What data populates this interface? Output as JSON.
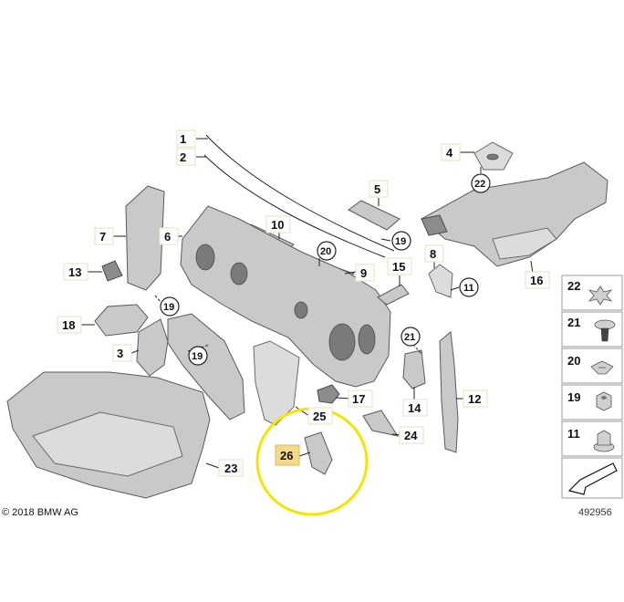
{
  "callouts": [
    {
      "id": "1",
      "text": "1"
    },
    {
      "id": "2",
      "text": "2"
    },
    {
      "id": "3",
      "text": "3"
    },
    {
      "id": "4",
      "text": "4"
    },
    {
      "id": "5",
      "text": "5"
    },
    {
      "id": "6",
      "text": "6"
    },
    {
      "id": "7",
      "text": "7"
    },
    {
      "id": "8",
      "text": "8"
    },
    {
      "id": "9",
      "text": "9"
    },
    {
      "id": "10",
      "text": "10"
    },
    {
      "id": "12",
      "text": "12"
    },
    {
      "id": "13",
      "text": "13"
    },
    {
      "id": "14",
      "text": "14"
    },
    {
      "id": "15",
      "text": "15"
    },
    {
      "id": "16",
      "text": "16"
    },
    {
      "id": "17",
      "text": "17"
    },
    {
      "id": "18",
      "text": "18"
    },
    {
      "id": "23",
      "text": "23"
    },
    {
      "id": "24",
      "text": "24"
    },
    {
      "id": "25",
      "text": "25"
    },
    {
      "id": "26",
      "text": "26"
    }
  ],
  "circled_refs": [
    {
      "id": "c22",
      "text": "22"
    },
    {
      "id": "c20",
      "text": "20"
    },
    {
      "id": "c19a",
      "text": "19"
    },
    {
      "id": "c19b",
      "text": "19"
    },
    {
      "id": "c19c",
      "text": "19"
    },
    {
      "id": "c11",
      "text": "11"
    },
    {
      "id": "c21",
      "text": "21"
    }
  ],
  "legend": [
    {
      "id": "22",
      "text": "22",
      "icon": "clip-icon"
    },
    {
      "id": "21",
      "text": "21",
      "icon": "push-rivet-icon"
    },
    {
      "id": "20",
      "text": "20",
      "icon": "star-clip-icon"
    },
    {
      "id": "19",
      "text": "19",
      "icon": "nut-icon"
    },
    {
      "id": "11",
      "text": "11",
      "icon": "flange-nut-icon"
    }
  ],
  "highlighted_part": "26",
  "copyright": "© 2018 BMW AG",
  "document_number": "492956",
  "colors": {
    "highlight_ring": "#f2e600",
    "highlight_label": "#f5d98a",
    "part_fill": "#c9c9c9"
  }
}
